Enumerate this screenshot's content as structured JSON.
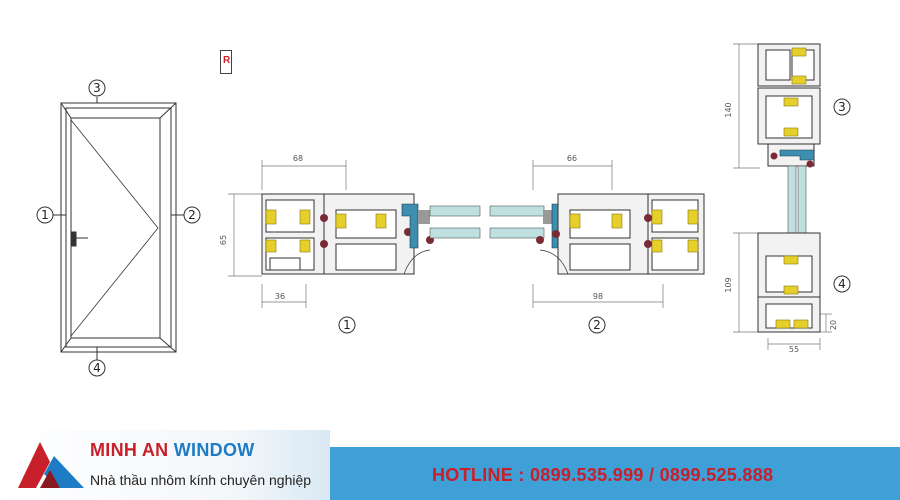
{
  "door": {
    "callouts": [
      "3",
      "1",
      "2",
      "4"
    ]
  },
  "section1": {
    "dims": {
      "top": "68",
      "left": "65",
      "bottom": "36"
    },
    "callout": "1"
  },
  "section2": {
    "dims": {
      "top": "66",
      "bottom": "98"
    },
    "callout": "2"
  },
  "vertical_section": {
    "dims": {
      "upper": "140",
      "lower": "109",
      "small": "20",
      "bottom": "55"
    },
    "callouts": [
      "3",
      "4"
    ]
  },
  "tag_letter": "R",
  "footer": {
    "brand_part1": "MINH AN",
    "brand_part2": "WINDOW",
    "tagline": "Nhà thầu nhôm kính chuyên nghiệp",
    "hotline": "HOTLINE : 0899.535.999 / 0899.525.888"
  },
  "colors": {
    "brand_red": "#c8202a",
    "brand_blue": "#1d7cc4",
    "banner_blue": "#3f9fd7",
    "gasket_yellow": "#e6cf2a",
    "glass": "#bfe0e0",
    "thermal_blue": "#3d8fb0"
  }
}
